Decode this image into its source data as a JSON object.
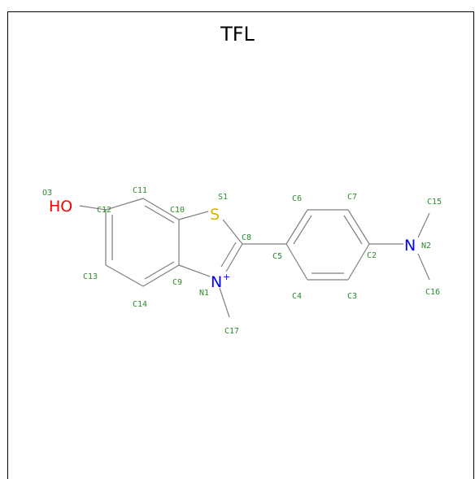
{
  "title": "TFL",
  "colors": {
    "bond": "#7f7f7f",
    "label": "#2a8a2a",
    "O": "#ff0000",
    "S": "#d4b800",
    "N": "#0000ff"
  },
  "atoms": {
    "HO": {
      "text": "HO",
      "color": "#ff0000"
    },
    "S": {
      "text": "S",
      "color": "#d4b800"
    },
    "N1": {
      "text": "N",
      "charge": "+",
      "color": "#0000ff"
    },
    "N2": {
      "text": "N",
      "color": "#0000ff"
    }
  },
  "labels": {
    "O3": "O3",
    "C11": "C11",
    "C12": "C12",
    "C10": "C10",
    "S1": "S1",
    "C6": "C6",
    "C7": "C7",
    "C15": "C15",
    "C8": "C8",
    "C5": "C5",
    "C2": "C2",
    "N2": "N2",
    "C13": "C13",
    "C9": "C9",
    "N1": "N1",
    "C4": "C4",
    "C3": "C3",
    "C16": "C16",
    "C14": "C14",
    "C17": "C17"
  }
}
